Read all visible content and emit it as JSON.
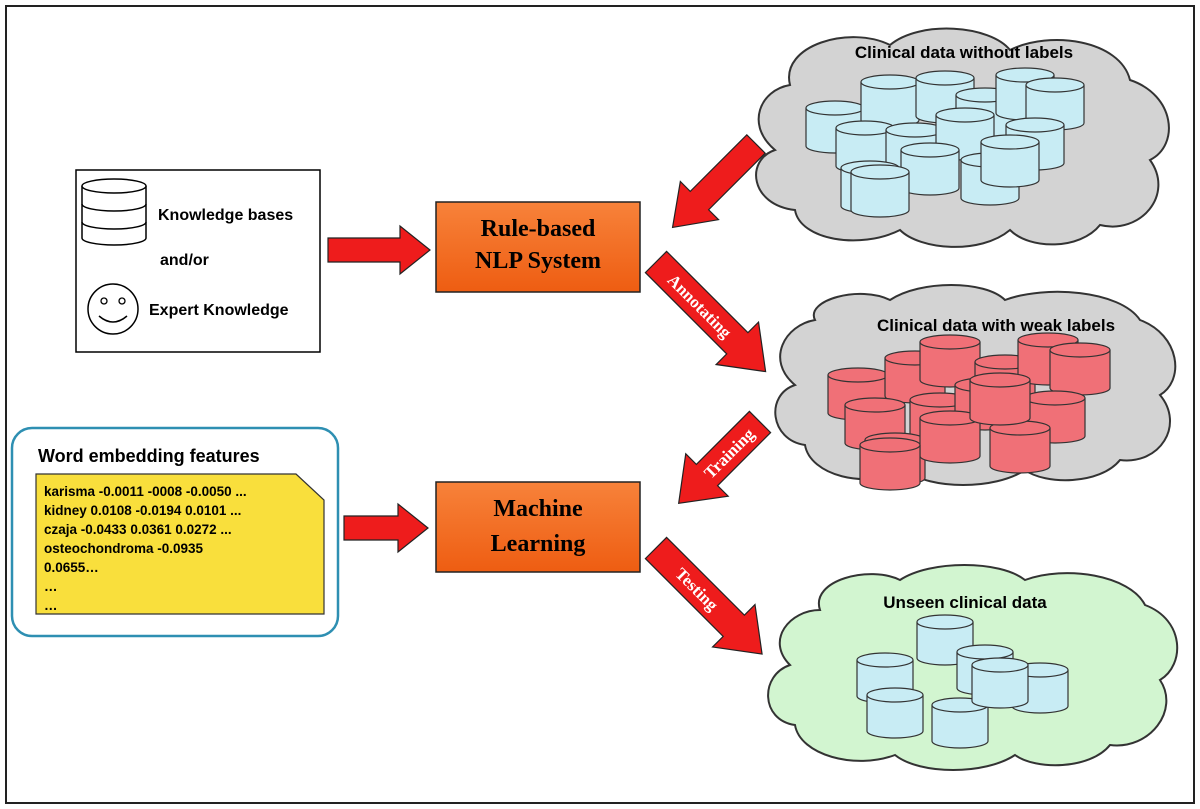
{
  "knowledge_box": {
    "knowledge_bases_label": "Knowledge bases",
    "andor_label": "and/or",
    "expert_label": "Expert Knowledge"
  },
  "rule_box": {
    "line1": "Rule-based",
    "line2": "NLP System"
  },
  "ml_box": {
    "line1": "Machine",
    "line2": "Learning"
  },
  "clouds": {
    "unlabeled_title": "Clinical data without labels",
    "weak_title": "Clinical data with weak labels",
    "unseen_title": "Unseen clinical data"
  },
  "arrows": {
    "annotating": "Annotating",
    "training": "Training",
    "testing": "Testing"
  },
  "word_embedding": {
    "title": "Word embedding features",
    "lines": [
      "karisma -0.0011 -0008 -0.0050 ...",
      "kidney 0.0108 -0.0194 0.0101 ...",
      "czaja -0.0433 0.0361 0.0272 ...",
      "osteochondroma -0.0935",
      "0.0655…",
      "…",
      "…"
    ]
  },
  "colors": {
    "orange_box": "#f26b21",
    "red_arrow": "#ee1c1c",
    "grey_cloud": "#d3d3d3",
    "green_cloud": "#d2f5d0",
    "light_blue_db": "#c8ecf4",
    "red_db": "#f07077",
    "note_yellow": "#f9df3c",
    "frame_teal": "#2e8fb2"
  }
}
